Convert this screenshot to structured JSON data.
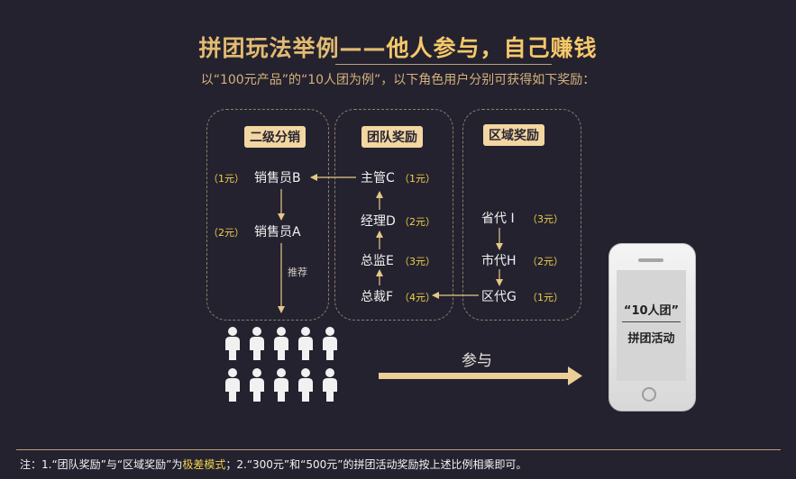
{
  "title": {
    "part1": "拼团玩法举例——",
    "part2": "他人参与，自己赚钱"
  },
  "subtitle": "以“100元产品”的“10人团为例”，以下角色用户分别可获得如下奖励：",
  "panels": {
    "left": {
      "header": "二级分销",
      "nodes": [
        {
          "label": "销售员B",
          "amount": "（1元）"
        },
        {
          "label": "销售员A",
          "amount": "（2元）"
        }
      ],
      "push_label": "推荐"
    },
    "middle": {
      "header": "团队奖励",
      "nodes": [
        {
          "label": "主管C",
          "amount": "（1元）"
        },
        {
          "label": "经理D",
          "amount": "（2元）"
        },
        {
          "label": "总监E",
          "amount": "（3元）"
        },
        {
          "label": "总裁F",
          "amount": "（4元）"
        }
      ]
    },
    "right": {
      "header": "区域奖励",
      "nodes": [
        {
          "label": "省代 I",
          "amount": "（3元）"
        },
        {
          "label": "市代H",
          "amount": "（2元）"
        },
        {
          "label": "区代G",
          "amount": "（1元）"
        }
      ]
    }
  },
  "join_label": "参与",
  "people_count": 10,
  "phone": {
    "line1": "“10人团”",
    "line2": "拼团活动"
  },
  "note": {
    "prefix": "注：1.“团队奖励”与“区域奖励”为",
    "highlight": "极差模式",
    "suffix": "；2.“300元”和“500元”的拼团活动奖励按上述比例相乘即可。"
  },
  "colors": {
    "background": "#24222f",
    "accent": "#e6c788",
    "amount": "#f4d14a"
  }
}
